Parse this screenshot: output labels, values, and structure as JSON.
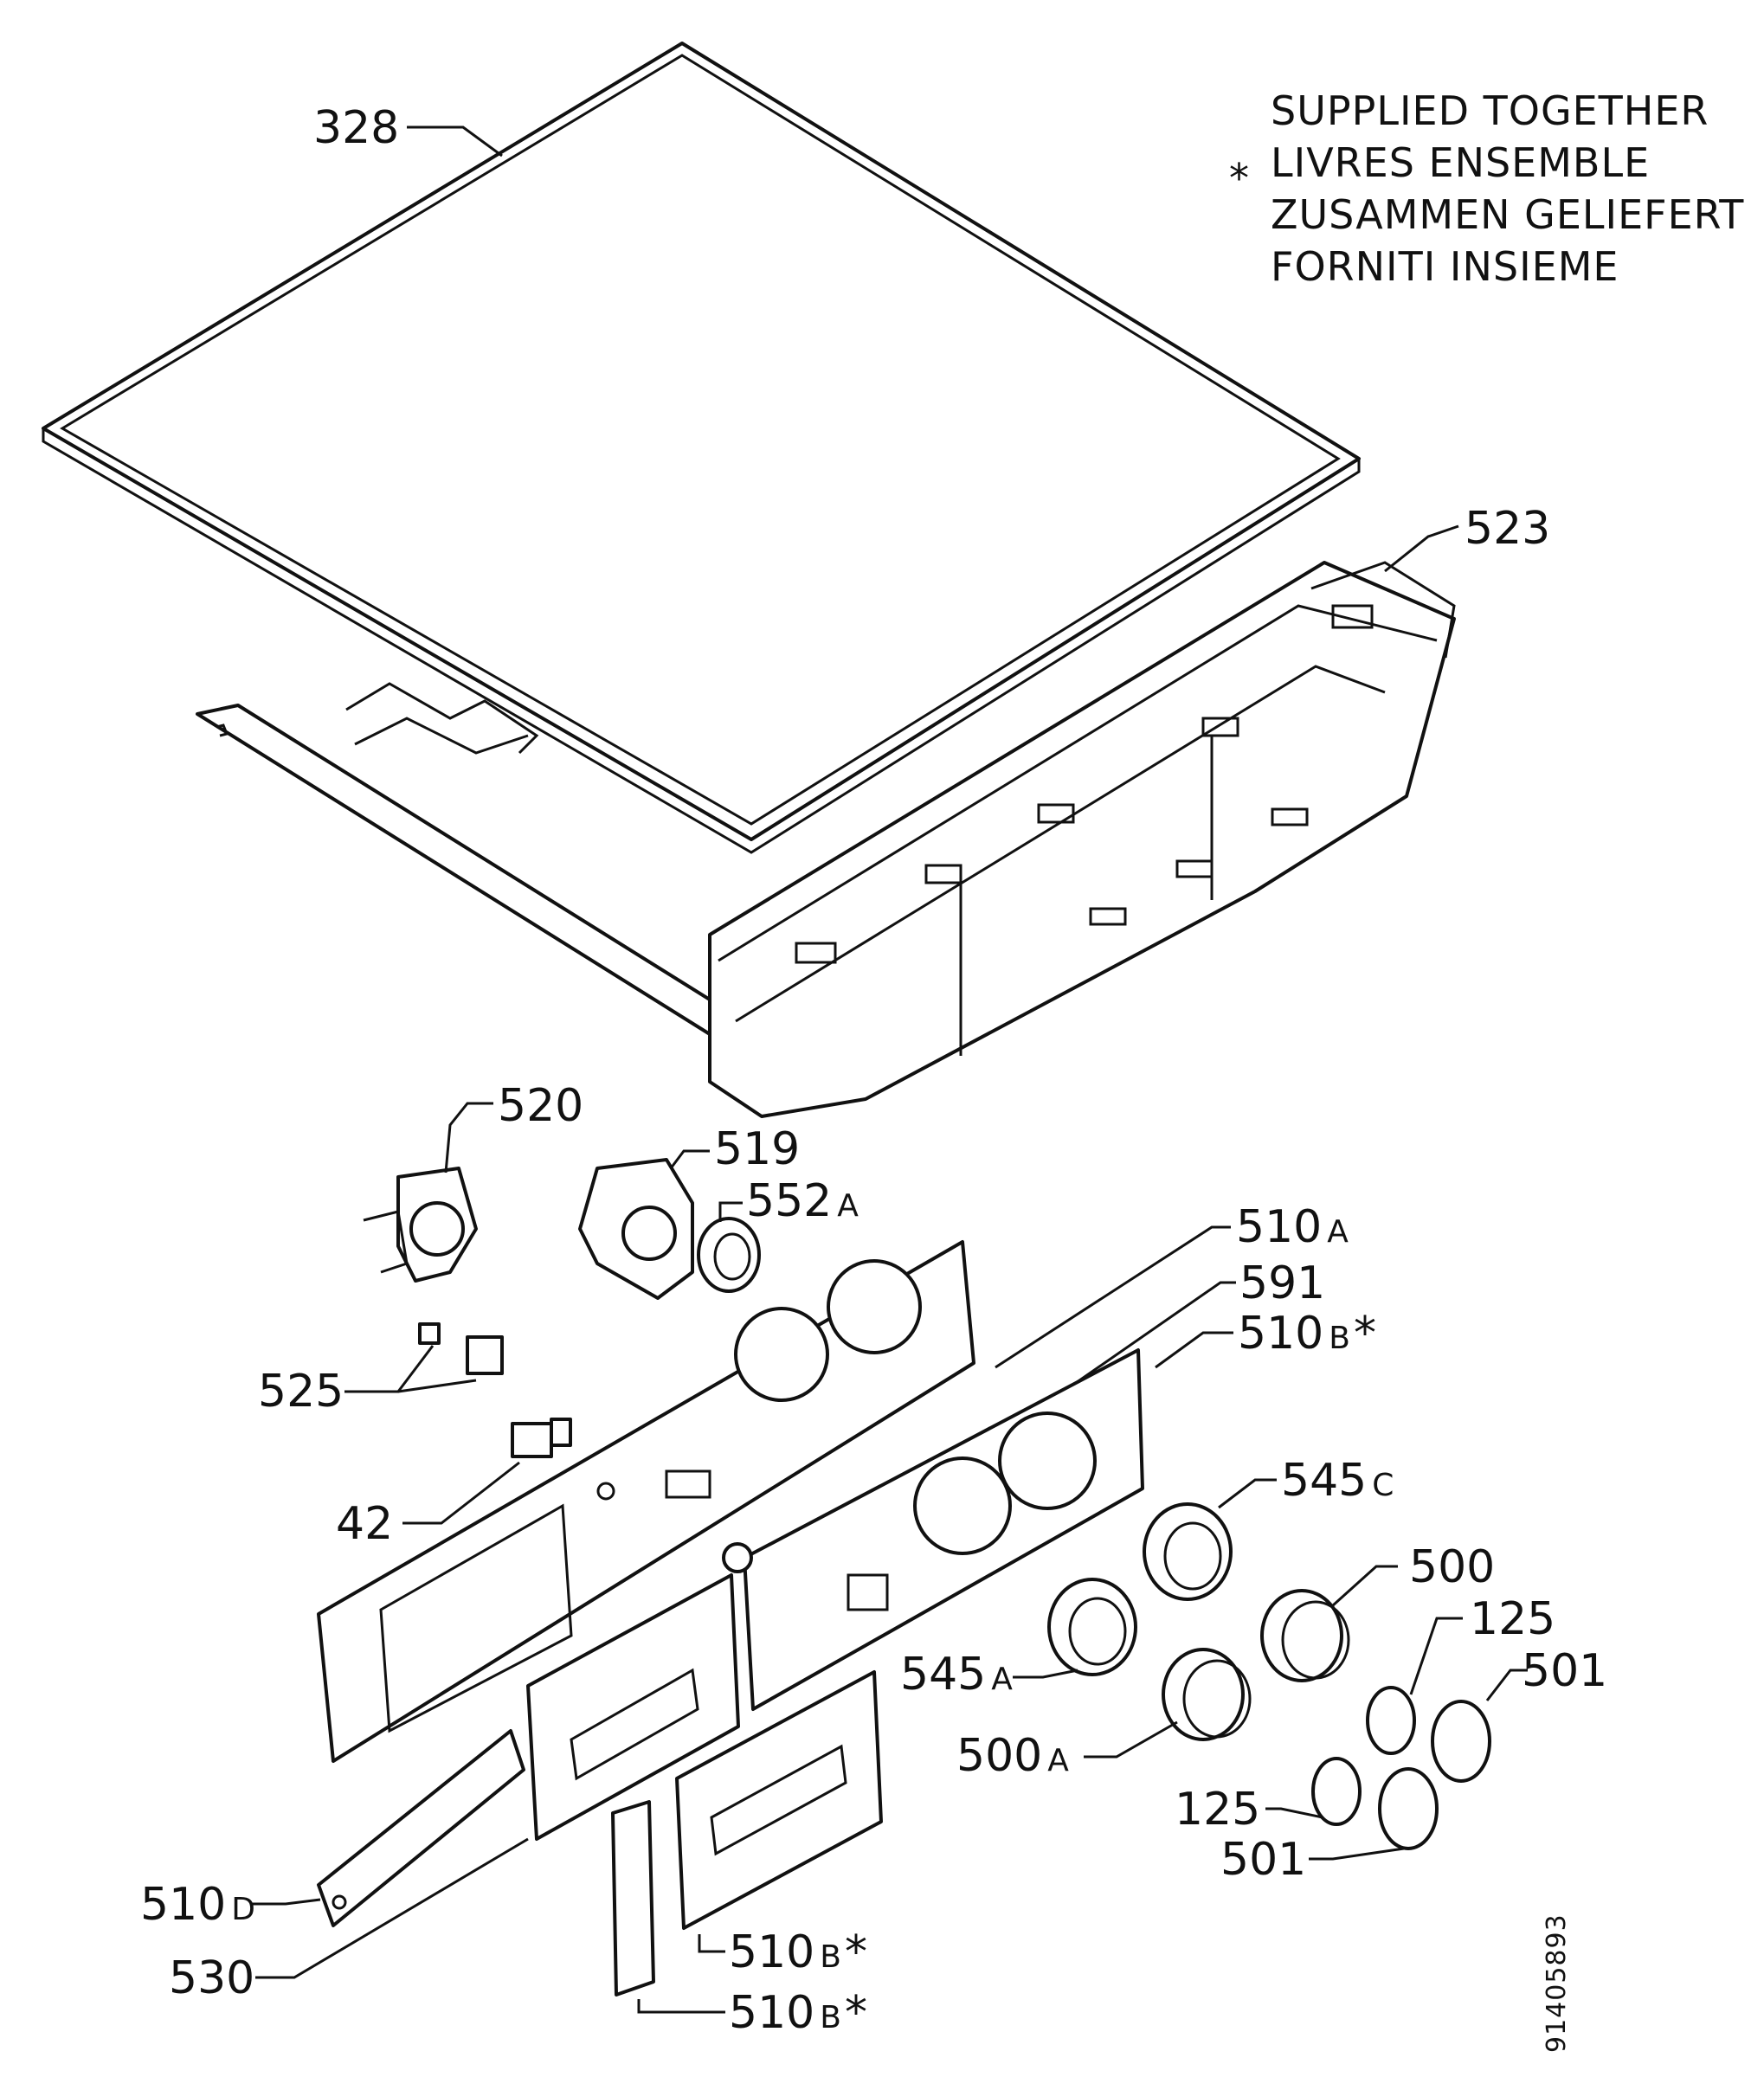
{
  "note": {
    "marker": "*",
    "lines": [
      "SUPPLIED TOGETHER",
      "LIVRES ENSEMBLE",
      "ZUSAMMEN GELIEFERT",
      "FORNITI INSIEME"
    ]
  },
  "drawing_number": "91405893",
  "callouts": {
    "c328": "328",
    "c523": "523",
    "c520": "520",
    "c519": "519",
    "c552": {
      "num": "552",
      "suf": "A"
    },
    "c510a": {
      "num": "510",
      "suf": "A"
    },
    "c591": "591",
    "c510b1": {
      "num": "510",
      "suf": "B",
      "star": "*"
    },
    "c525": "525",
    "c42": "42",
    "c545c": {
      "num": "545",
      "suf": "C"
    },
    "c500": "500",
    "c125a": "125",
    "c501a": "501",
    "c545a": {
      "num": "545",
      "suf": "A"
    },
    "c500a": {
      "num": "500",
      "suf": "A"
    },
    "c125b": "125",
    "c501b": "501",
    "c510d": {
      "num": "510",
      "suf": "D"
    },
    "c530": "530",
    "c510b2": {
      "num": "510",
      "suf": "B",
      "star": "*"
    },
    "c510b3": {
      "num": "510",
      "suf": "B",
      "star": "*"
    }
  }
}
